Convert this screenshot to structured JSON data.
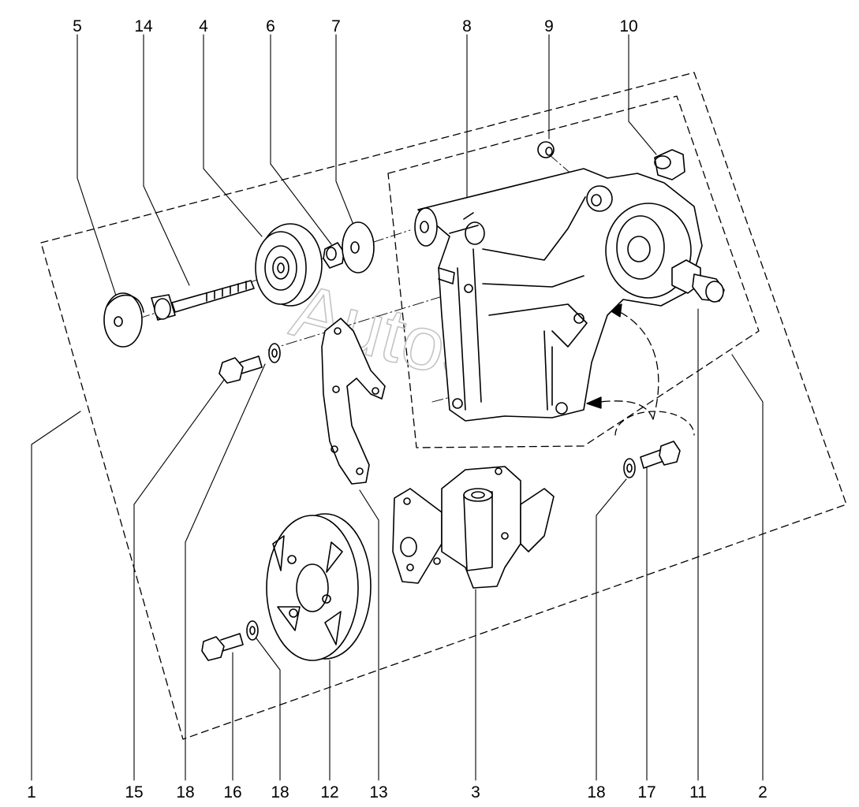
{
  "watermark": "AutoSoft",
  "callouts_top": [
    "5",
    "14",
    "4",
    "6",
    "7",
    "8",
    "9",
    "10"
  ],
  "callouts_bottom": [
    "1",
    "15",
    "18",
    "16",
    "18",
    "12",
    "13",
    "3",
    "18",
    "17",
    "11",
    "2"
  ],
  "parts": [
    {
      "id": "5",
      "name": "pulley-cap"
    },
    {
      "id": "14",
      "name": "long-bolt"
    },
    {
      "id": "4",
      "name": "tensioner-roller"
    },
    {
      "id": "6",
      "name": "spacer-bushing"
    },
    {
      "id": "7",
      "name": "washer-disc"
    },
    {
      "id": "8",
      "name": "pump-bracket"
    },
    {
      "id": "9",
      "name": "sleeve"
    },
    {
      "id": "10",
      "name": "plug"
    },
    {
      "id": "11",
      "name": "union-fitting"
    },
    {
      "id": "12",
      "name": "pump-pulley"
    },
    {
      "id": "13",
      "name": "bracket-plate"
    },
    {
      "id": "3",
      "name": "power-steering-pump"
    },
    {
      "id": "15",
      "name": "bolt"
    },
    {
      "id": "16",
      "name": "bolt"
    },
    {
      "id": "17",
      "name": "bolt"
    },
    {
      "id": "18",
      "name": "washer"
    }
  ]
}
